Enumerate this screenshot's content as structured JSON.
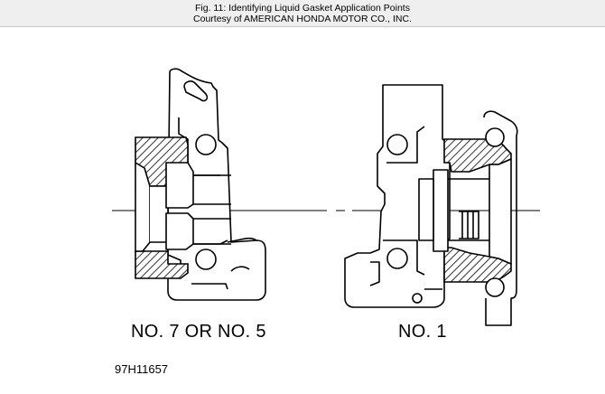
{
  "caption": {
    "title": "Fig. 11: Identifying Liquid Gasket Application Points",
    "credit": "Courtesy of AMERICAN HONDA MOTOR CO., INC."
  },
  "figure": {
    "left_view_label": "NO. 7 OR NO. 5",
    "right_view_label": "NO. 1",
    "figure_code": "97H11657"
  }
}
